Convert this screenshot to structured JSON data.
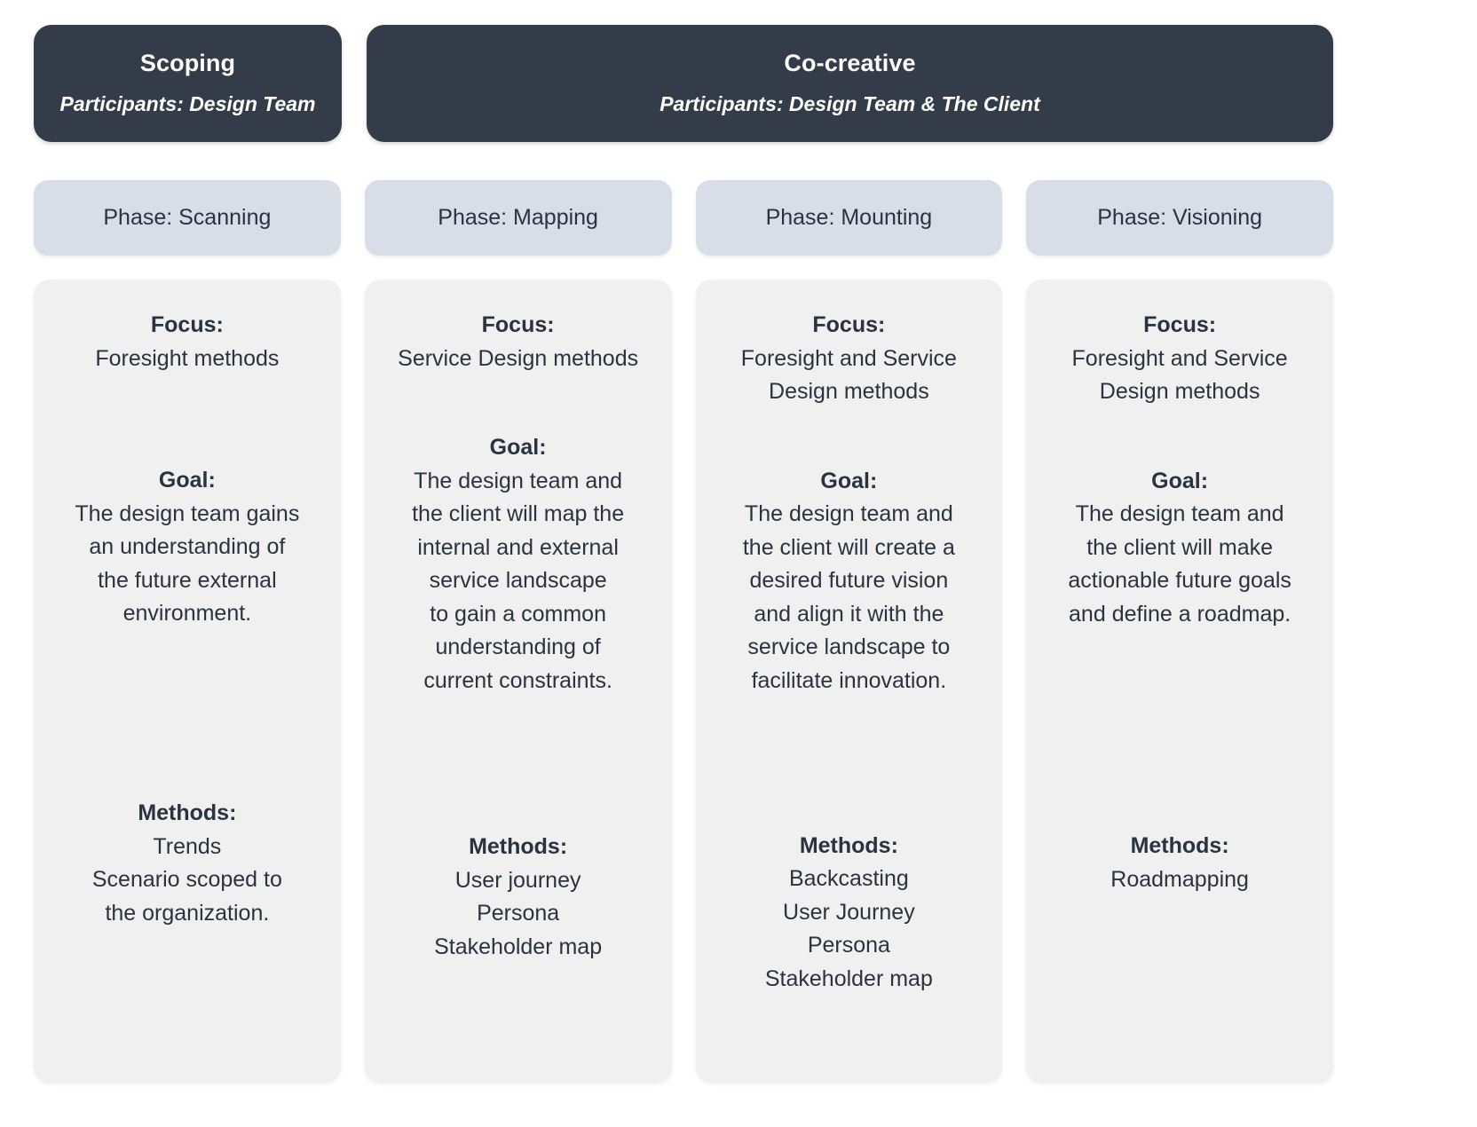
{
  "stages": [
    {
      "title": "Scoping",
      "participants": "Participants: Design Team"
    },
    {
      "title": "Co-creative",
      "participants": "Participants: Design Team & The Client"
    }
  ],
  "labels": {
    "focus": "Focus:",
    "goal": "Goal:",
    "methods": "Methods:"
  },
  "colors": {
    "stage_header_bg": "#333c48",
    "stage_header_text": "#ffffff",
    "phase_bg": "#d8dee8",
    "card_bg": "#f0f0f0",
    "body_text": "#2a3340",
    "page_bg": "#ffffff"
  },
  "columns": [
    {
      "phase": "Phase: Scanning",
      "focus": "Foresight methods",
      "goal": "The design team gains\nan understanding of\nthe future external\nenvironment.",
      "methods": "Trends\nScenario scoped to\nthe organization."
    },
    {
      "phase": "Phase: Mapping",
      "focus": "Service Design methods",
      "goal": "The design team and\nthe client will map the\ninternal and external\nservice landscape\nto gain a common\nunderstanding of\ncurrent constraints.",
      "methods": "User journey\nPersona\nStakeholder map"
    },
    {
      "phase": "Phase: Mounting",
      "focus": "Foresight and Service\nDesign methods",
      "goal": "The design team and\nthe client will create a\ndesired future vision\nand align it with the\nservice landscape to\nfacilitate innovation.",
      "methods": "Backcasting\nUser Journey\nPersona\nStakeholder map"
    },
    {
      "phase": "Phase: Visioning",
      "focus": "Foresight and Service\nDesign methods",
      "goal": "The design team and\nthe client will make\nactionable future goals\nand define a roadmap.",
      "methods": "Roadmapping"
    }
  ]
}
